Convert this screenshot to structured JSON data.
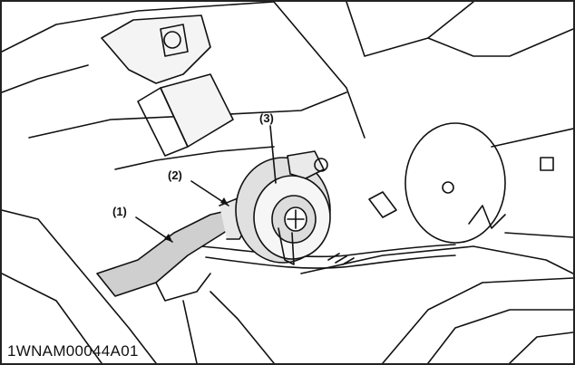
{
  "figure": {
    "code": "1WNAM00044A01",
    "callouts": [
      {
        "id": "callout-1",
        "label": "(1)"
      },
      {
        "id": "callout-2",
        "label": "(2)"
      },
      {
        "id": "callout-3",
        "label": "(3)"
      }
    ]
  },
  "colors": {
    "line": "#111111",
    "shade": "#cfcfcf",
    "dark_shade": "#9a9a9a",
    "background": "#ffffff"
  }
}
